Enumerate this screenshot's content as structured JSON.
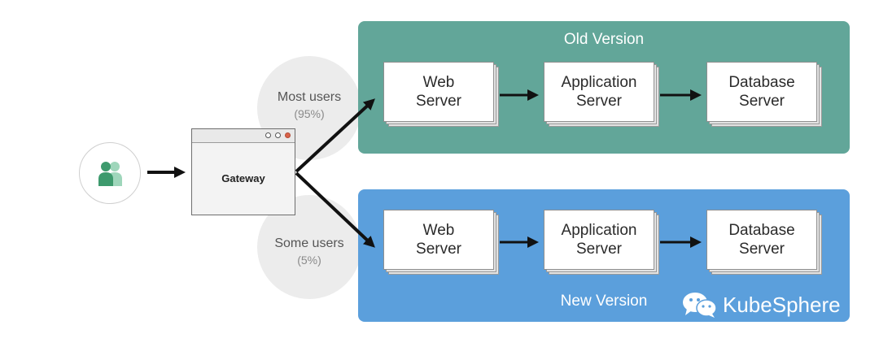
{
  "gateway": {
    "label": "Gateway"
  },
  "routes": {
    "top": {
      "label": "Most users",
      "percent": "(95%)"
    },
    "bottom": {
      "label": "Some users",
      "percent": "(5%)"
    }
  },
  "old_version": {
    "title": "Old Version",
    "servers": [
      {
        "line1": "Web",
        "line2": "Server"
      },
      {
        "line1": "Application",
        "line2": "Server"
      },
      {
        "line1": "Database",
        "line2": "Server"
      }
    ]
  },
  "new_version": {
    "title": "New Version",
    "servers": [
      {
        "line1": "Web",
        "line2": "Server"
      },
      {
        "line1": "Application",
        "line2": "Server"
      },
      {
        "line1": "Database",
        "line2": "Server"
      }
    ]
  },
  "watermark": {
    "text": "KubeSphere"
  },
  "colors": {
    "old_panel": "#62a699",
    "new_panel": "#5b9fdc",
    "users_icon_dark": "#3d9a6d",
    "users_icon_light": "#9fd6bb",
    "gateway_close_dot": "#d9644b",
    "arrow": "#111111"
  }
}
